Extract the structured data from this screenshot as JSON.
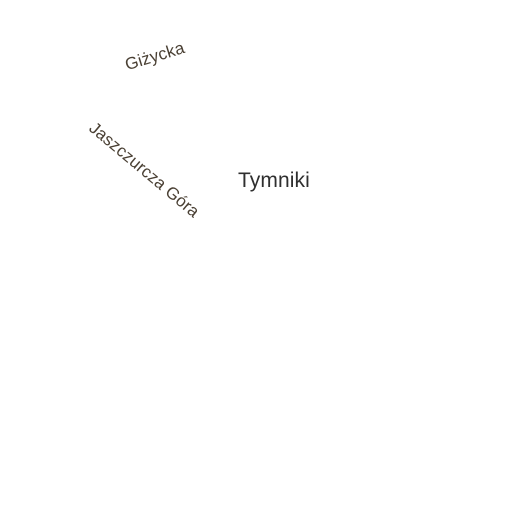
{
  "map": {
    "streets": [
      {
        "name": "Giżycka"
      },
      {
        "name": "Jaszczurcza Góra"
      }
    ],
    "places": [
      {
        "name": "Tymniki"
      }
    ],
    "colors": {
      "background": "#ffffff",
      "street_label": "#4a4034",
      "place_label": "#2f2f2f"
    }
  }
}
